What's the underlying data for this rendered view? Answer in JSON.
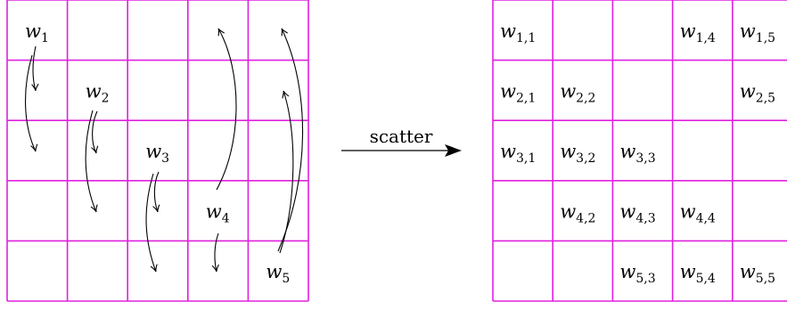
{
  "left_grid": {
    "rows": 5,
    "cols": 5,
    "cells": [
      {
        "row": 0,
        "col": 0,
        "base": "w",
        "sub": "1"
      },
      {
        "row": 1,
        "col": 1,
        "base": "w",
        "sub": "2"
      },
      {
        "row": 2,
        "col": 2,
        "base": "w",
        "sub": "3"
      },
      {
        "row": 3,
        "col": 3,
        "base": "w",
        "sub": "4"
      },
      {
        "row": 4,
        "col": 4,
        "base": "w",
        "sub": "5"
      }
    ]
  },
  "operation": {
    "label": "scatter"
  },
  "right_grid": {
    "rows": 5,
    "cols": 5,
    "cells": [
      {
        "row": 0,
        "col": 0,
        "base": "w",
        "sub": "1,1"
      },
      {
        "row": 0,
        "col": 3,
        "base": "w",
        "sub": "1,4"
      },
      {
        "row": 0,
        "col": 4,
        "base": "w",
        "sub": "1,5"
      },
      {
        "row": 1,
        "col": 0,
        "base": "w",
        "sub": "2,1"
      },
      {
        "row": 1,
        "col": 1,
        "base": "w",
        "sub": "2,2"
      },
      {
        "row": 1,
        "col": 4,
        "base": "w",
        "sub": "2,5"
      },
      {
        "row": 2,
        "col": 0,
        "base": "w",
        "sub": "3,1"
      },
      {
        "row": 2,
        "col": 1,
        "base": "w",
        "sub": "3,2"
      },
      {
        "row": 2,
        "col": 2,
        "base": "w",
        "sub": "3,3"
      },
      {
        "row": 3,
        "col": 1,
        "base": "w",
        "sub": "4,2"
      },
      {
        "row": 3,
        "col": 2,
        "base": "w",
        "sub": "4,3"
      },
      {
        "row": 3,
        "col": 3,
        "base": "w",
        "sub": "4,4"
      },
      {
        "row": 4,
        "col": 2,
        "base": "w",
        "sub": "5,3"
      },
      {
        "row": 4,
        "col": 3,
        "base": "w",
        "sub": "5,4"
      },
      {
        "row": 4,
        "col": 4,
        "base": "w",
        "sub": "5,5"
      }
    ]
  },
  "colors": {
    "grid": "#e020e0",
    "arrows": "#000000",
    "text": "#000000"
  }
}
